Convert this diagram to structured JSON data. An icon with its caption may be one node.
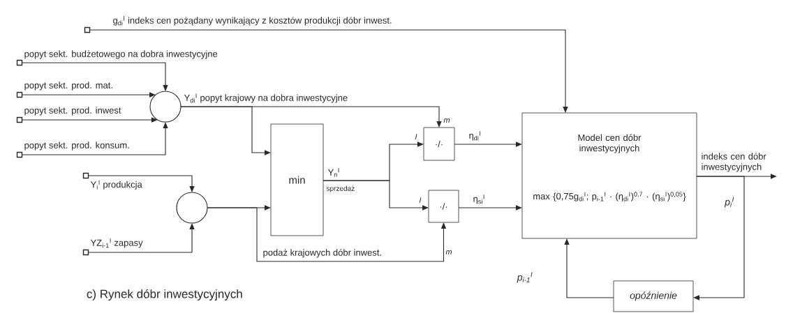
{
  "diagram": {
    "caption": "c) Rynek dóbr inwestycyjnych",
    "nodes": [
      {
        "text": [],
        "shape": "box"
      },
      {
        "text": [],
        "shape": "box"
      },
      {
        "text": [],
        "shape": "box"
      },
      {
        "text": [],
        "shape": "box"
      },
      {
        "text": [],
        "shape": "box"
      },
      {
        "text": [],
        "shape": "circle"
      },
      {
        "text": [],
        "shape": "box"
      },
      {
        "text": [],
        "shape": "box"
      },
      {
        "text": [],
        "shape": "circle"
      },
      {
        "text": [
          "min"
        ]
      },
      {
        "text": [
          "·/·"
        ]
      },
      {
        "text": [
          "·/·"
        ]
      },
      {
        "text": [
          "Model cen dóbr inwestycyjnych",
          "max {0,75g$_{di}$$^{I}$; p$_{i-1}$$^{I}$ · (η$_{di}$$^{I}$)$^{0,7}$ · (η$_{si}$$^{I}$)$^{0,05}$}"
        ]
      },
      {
        "text": [
          "opóźnienie"
        ]
      }
    ],
    "edges": [
      {
        "from": 0,
        "to": 12,
        "arrow": "to",
        "label": "g$_{di}$$^{I}$  indeks cen pożądany wynikający z kosztów produkcji dóbr inwest."
      },
      {
        "from": 1,
        "to": 5,
        "arrow": "to",
        "label": "popyt sekt. budżetowego na dobra inwestycyjne"
      },
      {
        "from": 2,
        "to": 5,
        "arrow": "to",
        "label": "popyt sekt. prod. mat."
      },
      {
        "from": 3,
        "to": 5,
        "arrow": "to",
        "label": "popyt sekt. prod. inwest"
      },
      {
        "from": 4,
        "to": 5,
        "arrow": "to",
        "label": "popyt sekt. prod. konsum."
      },
      {
        "from": 5,
        "to": 9,
        "arrow": "to",
        "label": "Y$_{di}$$^{I}$  popyt krajowy na dobra inwestycyjne"
      },
      {
        "from": 5,
        "to": 10,
        "arrow": "to"
      },
      {
        "from": 6,
        "to": 8,
        "arrow": "to",
        "label": "Y$_{i}$$^{I}$  produkcja"
      },
      {
        "from": 7,
        "to": 8,
        "arrow": "to",
        "label": "YZ$_{i-1}$$^{I}$  zapasy"
      },
      {
        "from": 8,
        "to": 9,
        "arrow": "to"
      },
      {
        "from": 8,
        "to": 11,
        "arrow": "to",
        "label": "podaż krajowych dóbr inwest."
      },
      {
        "from": 9,
        "to": 10,
        "arrow": "to",
        "label": "Y$_{n}$$^{I}$"
      },
      {
        "from": 9,
        "to": 11,
        "arrow": "to"
      },
      {
        "from": 10,
        "to": 12,
        "arrow": "to",
        "label": "η$_{di}$$^{I}$"
      },
      {
        "from": 11,
        "to": 12,
        "arrow": "to",
        "label": "η$_{si}$$^{I}$"
      },
      {
        "from": 12,
        "to": null,
        "arrow": "to",
        "label": "indeks cen dóbr inwestycyjnych"
      },
      {
        "from": 12,
        "to": 13,
        "arrow": "to"
      },
      {
        "from": 13,
        "to": 12,
        "arrow": "to",
        "label": "p$_{i-1}$$^{I}$"
      }
    ],
    "labels": [
      "m",
      "I",
      "sprzedaż",
      "I",
      "p$_{i}$$^{I}$",
      "m"
    ]
  }
}
